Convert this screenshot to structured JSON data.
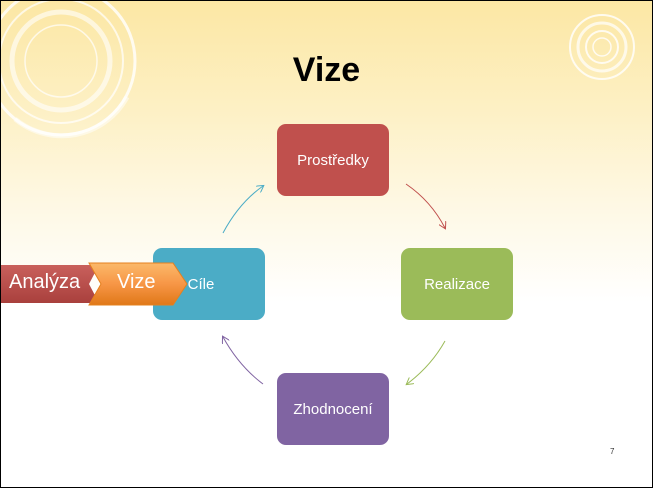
{
  "slide": {
    "title": "Vize",
    "page_number": "7"
  },
  "cycle": {
    "top": "Prostředky",
    "right": "Realizace",
    "bottom": "Zhodnocení",
    "left": "Cíle"
  },
  "breadcrumb": {
    "step1": "Analýza",
    "step2": "Vize"
  },
  "colors": {
    "prostredky": "#c0504d",
    "realizace": "#9bbb59",
    "zhodnoceni": "#8064a2",
    "cile": "#4bacc6",
    "analyza_chevron": "#c0504d",
    "vize_chevron": "#f79646"
  }
}
